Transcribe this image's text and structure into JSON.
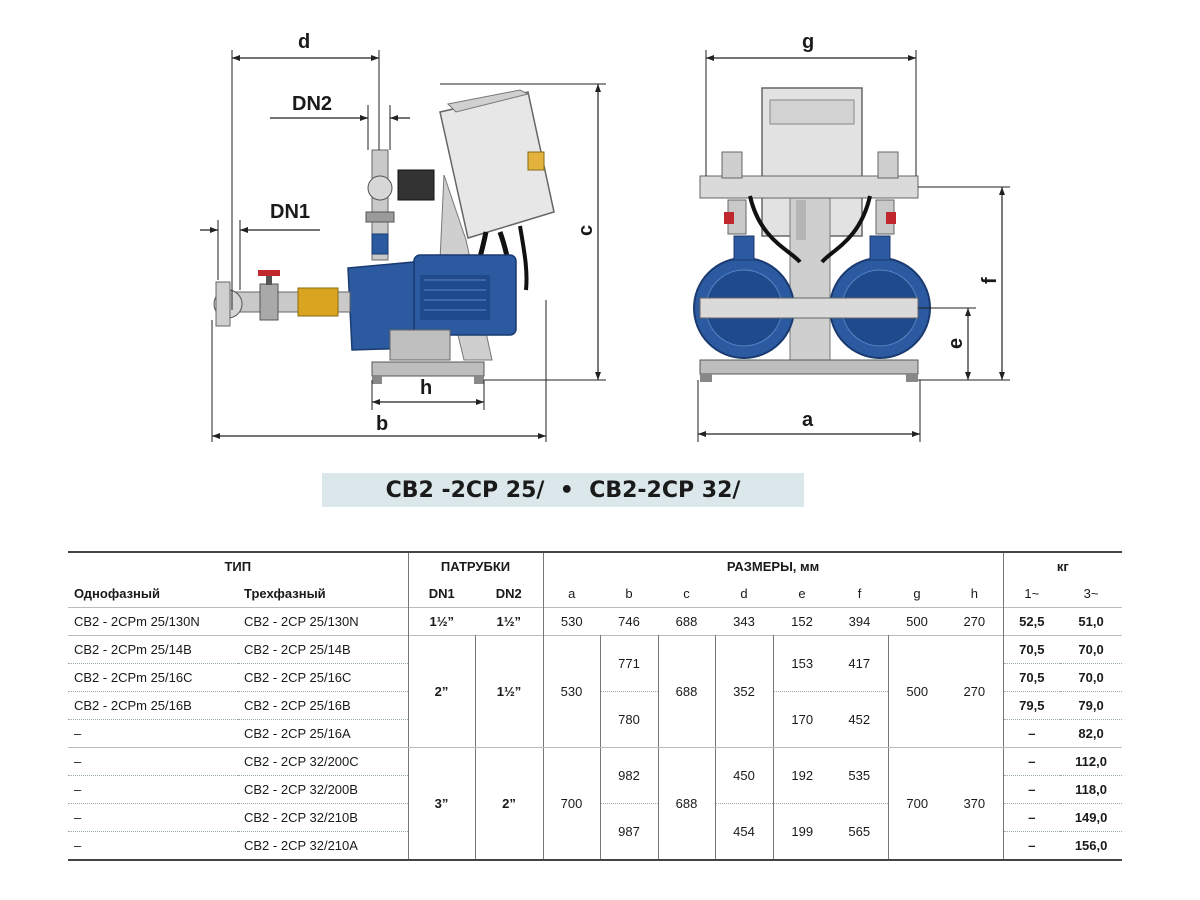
{
  "dimension_labels": {
    "d": "d",
    "dn2": "DN2",
    "dn1": "DN1",
    "c": "c",
    "h": "h",
    "b": "b",
    "g": "g",
    "f": "f",
    "e": "e",
    "a": "a"
  },
  "title": {
    "left": "CB2 -2CP 25/",
    "bullet": "•",
    "right": "CB2-2CP 32/"
  },
  "table": {
    "group_headers": {
      "type": "ТИП",
      "ports": "ПАТРУБКИ",
      "dims": "РАЗМЕРЫ, мм",
      "weight": "кг"
    },
    "sub_headers": {
      "single_phase": "Однофазный",
      "three_phase": "Трехфазный",
      "dn1": "DN1",
      "dn2": "DN2",
      "a": "a",
      "b": "b",
      "c": "c",
      "d": "d",
      "e": "e",
      "f": "f",
      "g": "g",
      "h": "h",
      "w1": "1~",
      "w3": "3~"
    },
    "rows": [
      {
        "single": "CB2 - 2CPm 25/130N",
        "three": "CB2 - 2CP 25/130N",
        "dn1": "1½”",
        "dn2": "1½”",
        "a": "530",
        "b": "746",
        "c": "688",
        "d": "343",
        "e": "152",
        "f": "394",
        "g": "500",
        "h": "270",
        "w1": "52,5",
        "w3": "51,0"
      },
      {
        "single": "CB2 - 2CPm 25/14B",
        "three": "CB2 - 2CP 25/14B",
        "w1": "70,5",
        "w3": "70,0"
      },
      {
        "single": "CB2 - 2CPm 25/16C",
        "three": "CB2 - 2CP 25/16C",
        "w1": "70,5",
        "w3": "70,0"
      },
      {
        "single": "CB2 - 2CPm 25/16B",
        "three": "CB2 - 2CP 25/16B",
        "w1": "79,5",
        "w3": "79,0"
      },
      {
        "single": "–",
        "three": "CB2 - 2CP 25/16A",
        "w1": "–",
        "w3": "82,0"
      },
      {
        "single": "–",
        "three": "CB2 - 2CP 32/200C",
        "w1": "–",
        "w3": "112,0"
      },
      {
        "single": "–",
        "three": "CB2 - 2CP 32/200B",
        "w1": "–",
        "w3": "118,0"
      },
      {
        "single": "–",
        "three": "CB2 - 2CP 32/210B",
        "w1": "–",
        "w3": "149,0"
      },
      {
        "single": "–",
        "three": "CB2 - 2CP 32/210A",
        "w1": "–",
        "w3": "156,0"
      }
    ],
    "group25": {
      "dn1": "2”",
      "dn2": "1½”",
      "a": "530",
      "b1": "771",
      "b2": "780",
      "c": "688",
      "d": "352",
      "e1": "153",
      "e2": "170",
      "f1": "417",
      "f2": "452",
      "g": "500",
      "h": "270"
    },
    "group32": {
      "dn1": "3”",
      "dn2": "2”",
      "a": "700",
      "b1": "982",
      "b2": "987",
      "c": "688",
      "d1": "450",
      "d2": "454",
      "e1": "192",
      "e2": "199",
      "f1": "535",
      "f2": "565",
      "g": "700",
      "h": "370"
    }
  },
  "colors": {
    "pump_blue": "#2c5aa0",
    "banner": "#dce7ec",
    "valve_red": "#c0282d",
    "brass": "#d9a520"
  }
}
